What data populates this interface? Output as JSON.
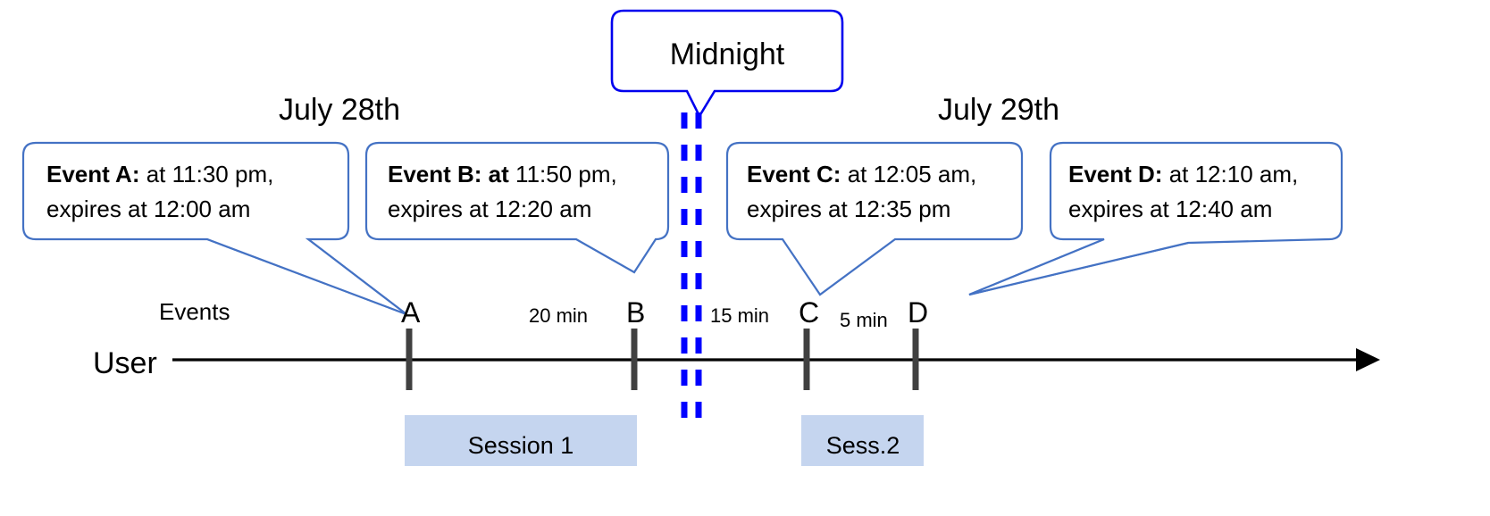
{
  "diagram": {
    "title_note": "Midnight",
    "dates": {
      "left": "July 28th",
      "right": "July 29th"
    },
    "axis": {
      "row_label": "User",
      "events_row_label": "Events"
    },
    "midnight_marker": {
      "label": "Midnight",
      "color": "#0000FF",
      "style": "double-dashed-vertical"
    },
    "callouts": [
      {
        "id": "event-a",
        "bold": "Event A:",
        "rest_line1": " at 11:30 pm,",
        "line2": "expires at 12:00 am"
      },
      {
        "id": "event-b",
        "bold": "Event B: at",
        "rest_line1": " 11:50 pm,",
        "line2": "expires at 12:20 am"
      },
      {
        "id": "event-c",
        "bold": "Event C:",
        "rest_line1": " at 12:05 am,",
        "line2": "expires at 12:35 pm"
      },
      {
        "id": "event-d",
        "bold": "Event D:",
        "rest_line1": "  at 12:10 am,",
        "line2": "expires at 12:40 am"
      }
    ],
    "markers": [
      {
        "id": "marker-a",
        "label": "A"
      },
      {
        "id": "marker-b",
        "label": "B"
      },
      {
        "id": "marker-c",
        "label": "C"
      },
      {
        "id": "marker-d",
        "label": "D"
      }
    ],
    "durations": [
      {
        "id": "dur-ab",
        "label": "20 min"
      },
      {
        "id": "dur-bc",
        "label": "15 min"
      },
      {
        "id": "dur-cd",
        "label": "5 min"
      }
    ],
    "sessions": [
      {
        "id": "session-1",
        "label": "Session 1",
        "color": "#C5D5EF"
      },
      {
        "id": "session-2",
        "label": "Sess.2",
        "color": "#C5D5EF"
      }
    ],
    "colors": {
      "callout_border": "#4472C4",
      "midnight_border": "#0000EE",
      "midnight_dash": "#0000FF",
      "session_fill": "#C5D5EF",
      "axis": "#000000",
      "tick": "#404040"
    }
  }
}
